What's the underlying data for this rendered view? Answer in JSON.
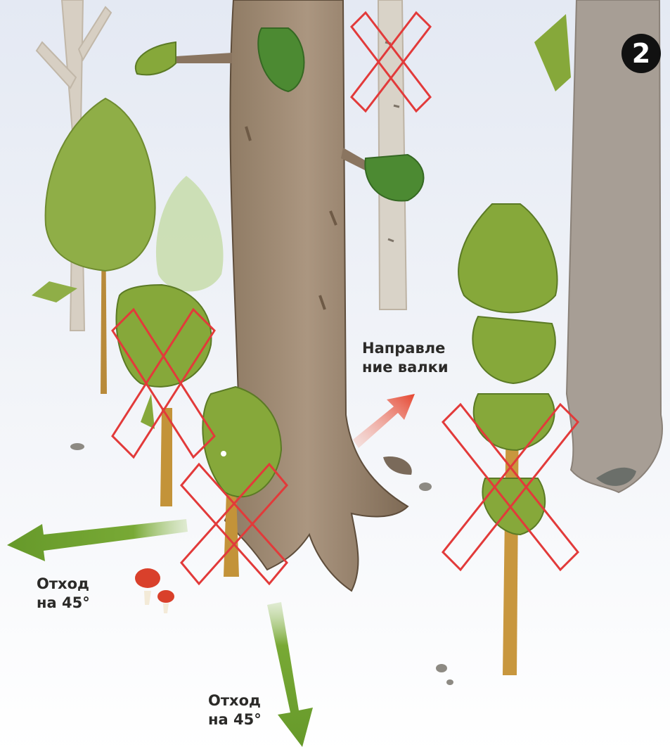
{
  "step_badge": "2",
  "labels": {
    "felling_direction": [
      "Направле",
      "ние валки"
    ],
    "retreat_left": [
      "Отход",
      "на 45°"
    ],
    "retreat_down": [
      "Отход",
      "на 45°"
    ]
  },
  "colors": {
    "sky": "#eef2f8",
    "trunk": "#a48f77",
    "foliage": "#86a83a",
    "cross_mark": "#e23a3a",
    "retreat_arrow": "#6fa22c",
    "felling_arrow": "#e5452f"
  }
}
